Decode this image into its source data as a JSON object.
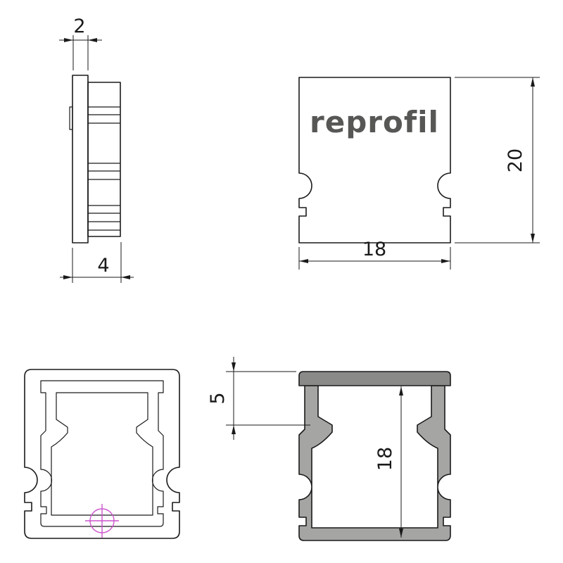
{
  "drawing": {
    "logo_text": "reprofil",
    "dims": {
      "side_thickness": "2",
      "side_total": "4",
      "front_width": "18",
      "front_height": "20",
      "section_lip_depth": "5",
      "section_inner_height": "18"
    },
    "colors": {
      "line": "#1a1a1a",
      "profile_fill": "#a5a5a4",
      "cover_fill": "#8a8a89",
      "center_mark": "#cc55cc",
      "logo": "#575756"
    }
  }
}
